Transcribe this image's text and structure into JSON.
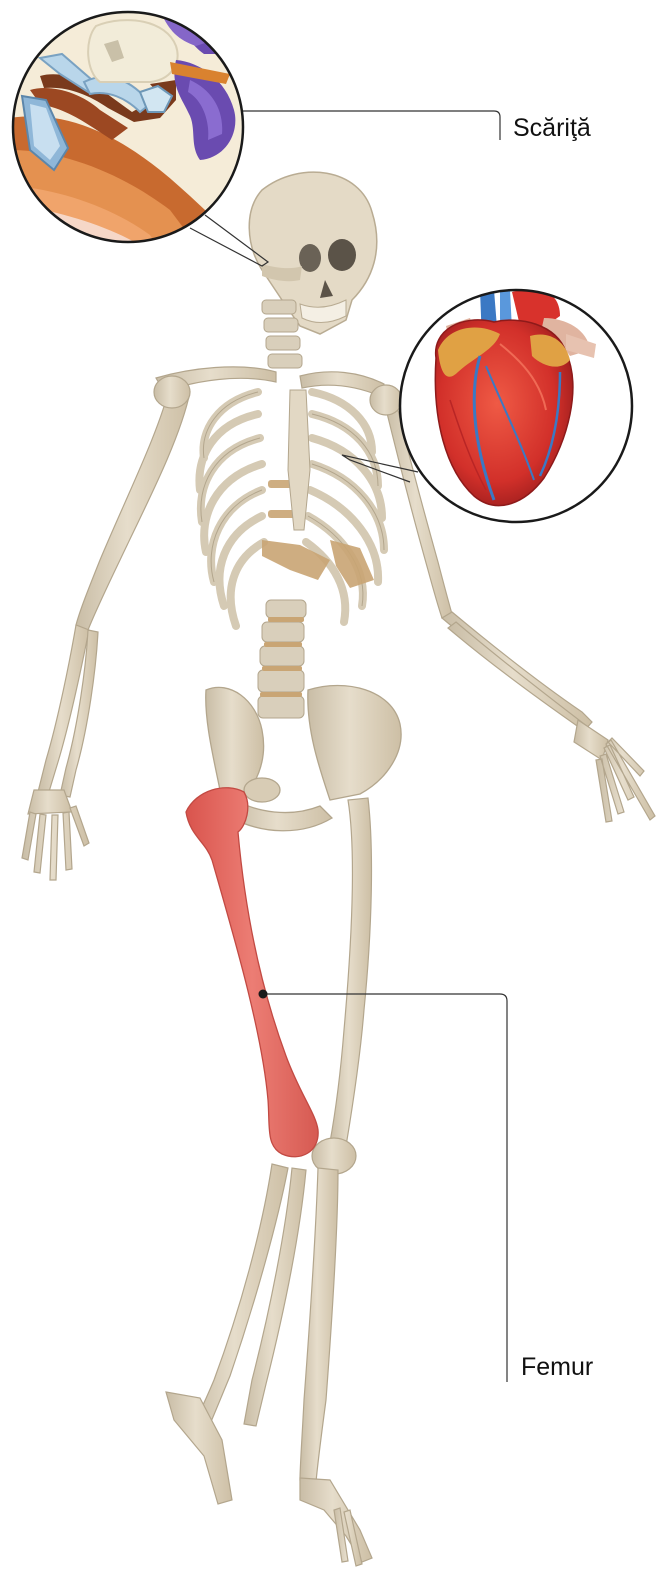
{
  "labels": {
    "stirrup": "Scăriţă",
    "femur": "Femur"
  },
  "figure": {
    "subject": "human-skeleton",
    "highlighted_bone": "femur",
    "insets": [
      "middle-ear-stirrup-detail",
      "heart-illustration"
    ]
  },
  "colors": {
    "bone": "#ddd3c0",
    "bone_shadow": "#c2b59d",
    "cartilage": "#c9a574",
    "highlight": "#e46a63",
    "leader_line": "#333333",
    "heart_red": "#d8322c",
    "vessel_blue": "#3b79c4",
    "fat_yellow": "#e0a144",
    "ear_purple": "#6a4bb0",
    "ear_orange": "#d9822f"
  }
}
